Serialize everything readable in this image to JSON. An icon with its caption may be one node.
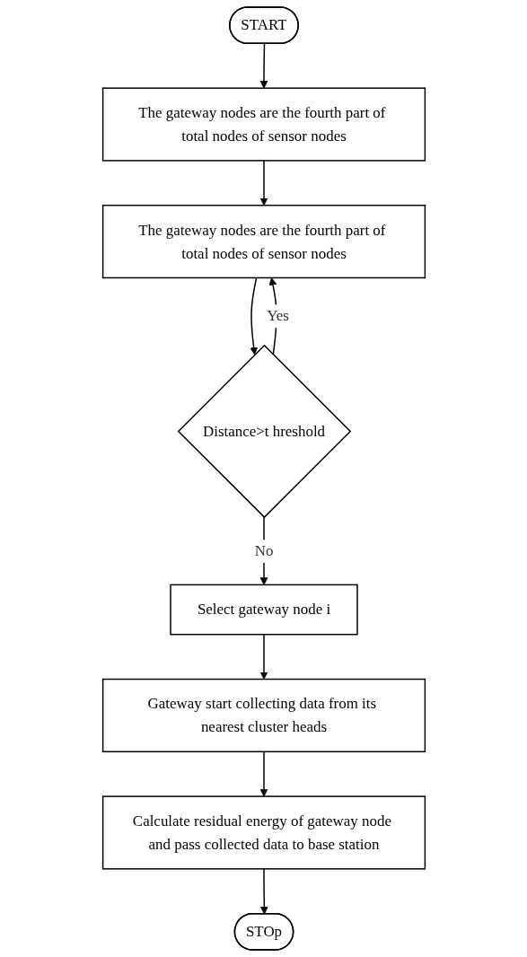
{
  "diagram": {
    "nodes": [
      {
        "text": [
          "START"
        ]
      },
      {
        "text": [
          "The gateway nodes are the fourth part of total nodes of sensor nodes"
        ]
      },
      {
        "text": [
          "The gateway nodes are the fourth part of total nodes of sensor nodes"
        ]
      },
      {
        "text": [
          "Distance>t hreshold"
        ]
      },
      {
        "text": [
          "Select gateway node i"
        ]
      },
      {
        "text": [
          "Gateway start collecting data from its nearest cluster heads"
        ]
      },
      {
        "text": [
          "Calculate residual energy of gateway node and pass collected data to base station"
        ]
      },
      {
        "text": [
          "STOp"
        ]
      }
    ],
    "edges": [
      {
        "from": 0,
        "to": 1,
        "arrow": "to"
      },
      {
        "from": 1,
        "to": 2,
        "arrow": "to"
      },
      {
        "from": 2,
        "to": 3,
        "arrow": "to"
      },
      {
        "from": 3,
        "to": 2,
        "arrow": "to",
        "label": "Yes"
      },
      {
        "from": 3,
        "to": 4,
        "arrow": "to",
        "label": "No"
      },
      {
        "from": 4,
        "to": 5,
        "arrow": "to"
      },
      {
        "from": 5,
        "to": 6,
        "arrow": "to"
      },
      {
        "from": 6,
        "to": 7,
        "arrow": "to"
      }
    ]
  }
}
